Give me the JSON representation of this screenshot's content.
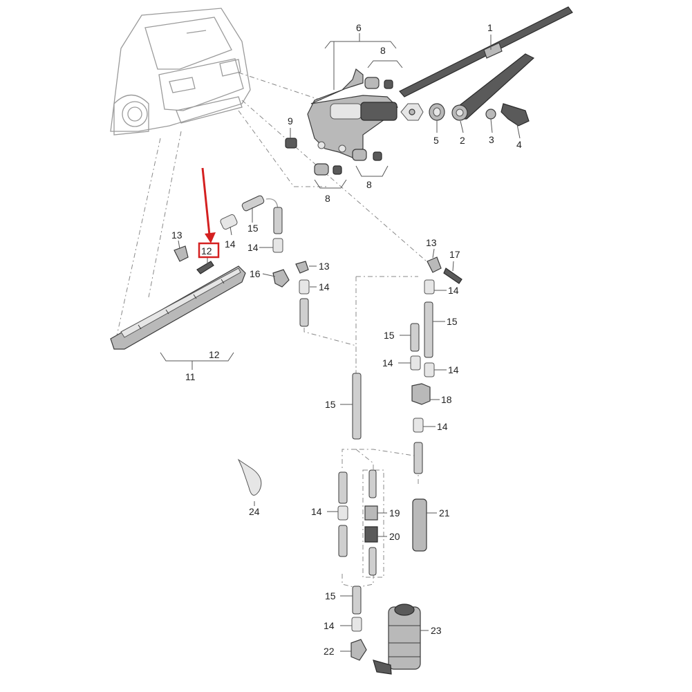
{
  "diagram": {
    "callouts": {
      "n1": "1",
      "n2": "2",
      "n3": "3",
      "n4": "4",
      "n5": "5",
      "n6": "6",
      "n8a": "8",
      "n8b": "8",
      "n8c": "8",
      "n9": "9",
      "n11": "11",
      "n12a": "12",
      "n12b": "12",
      "n13a": "13",
      "n13b": "13",
      "n13c": "13",
      "n14a": "14",
      "n14b": "14",
      "n14c": "14",
      "n14d": "14",
      "n14e": "14",
      "n14f": "14",
      "n14g": "14",
      "n14h": "14",
      "n14i": "14",
      "n15a": "15",
      "n15b": "15",
      "n15c": "15",
      "n15d": "15",
      "n15e": "15",
      "n16": "16",
      "n17": "17",
      "n18": "18",
      "n19": "19",
      "n20": "20",
      "n21": "21",
      "n22": "22",
      "n23": "23",
      "n24": "24"
    },
    "highlight_color": "#d42020"
  }
}
